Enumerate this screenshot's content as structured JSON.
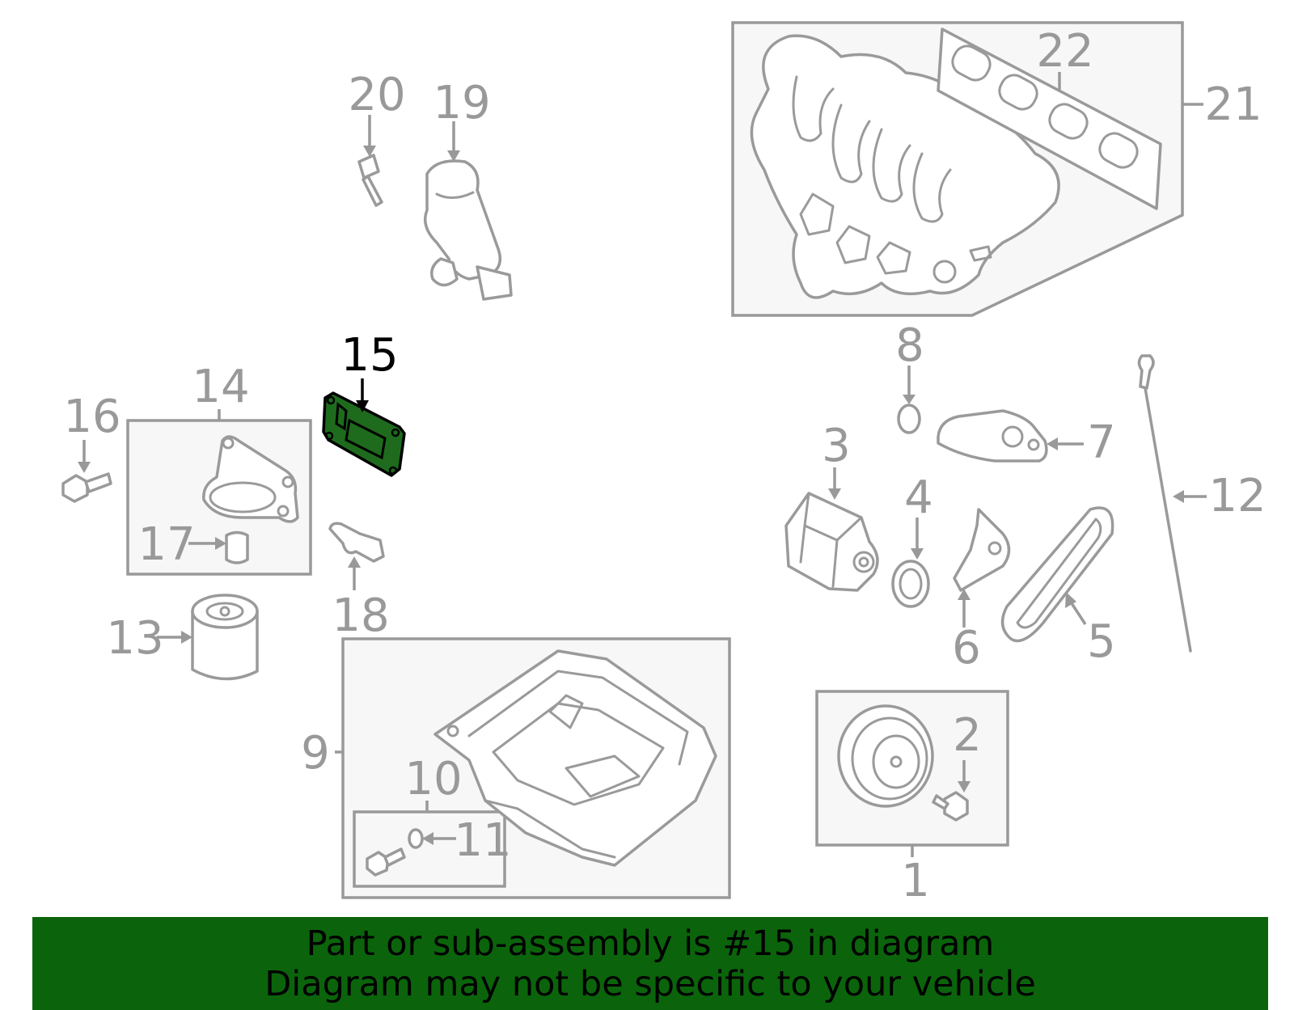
{
  "callouts": {
    "c1": "1",
    "c2": "2",
    "c3": "3",
    "c4": "4",
    "c5": "5",
    "c6": "6",
    "c7": "7",
    "c8": "8",
    "c9": "9",
    "c10": "10",
    "c11": "11",
    "c12": "12",
    "c13": "13",
    "c14": "14",
    "c15": "15",
    "c16": "16",
    "c17": "17",
    "c18": "18",
    "c19": "19",
    "c20": "20",
    "c21": "21",
    "c22": "22"
  },
  "highlighted_part": "15",
  "colors": {
    "highlight_fill": "#1e6b1e",
    "banner": "#0b640b",
    "line_gray": "#999999",
    "box_fill": "#f7f7f7"
  },
  "banner": {
    "line1": "Part or sub-assembly is #15 in diagram",
    "line2": "Diagram may not be specific to your vehicle"
  }
}
